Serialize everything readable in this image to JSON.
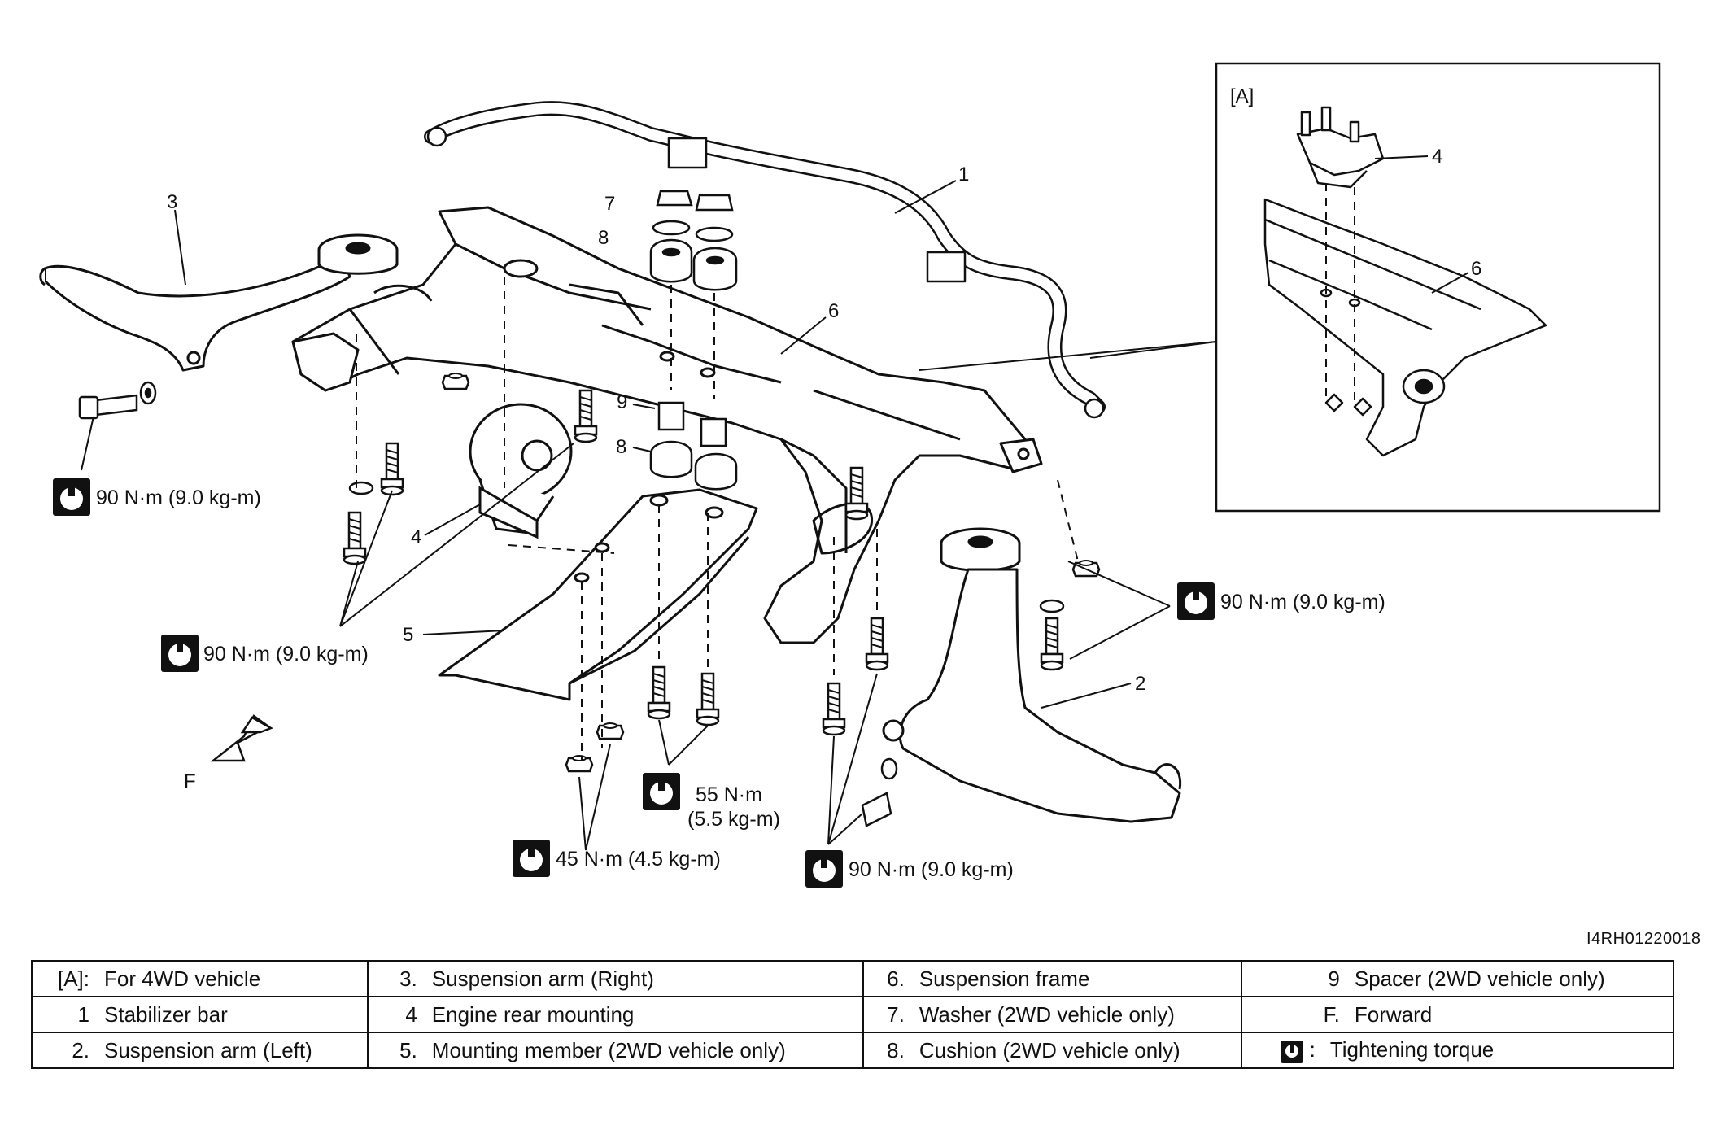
{
  "diagram_id": "I4RH01220018",
  "inset_label": "[A]",
  "callouts": {
    "c1": "1",
    "c2": "2",
    "c3": "3",
    "c4": "4",
    "c5": "5",
    "c6": "6",
    "c7": "7",
    "c8a": "8",
    "c8b": "8",
    "c9": "9",
    "inset4": "4",
    "inset6": "6",
    "forward": "F"
  },
  "torques": {
    "t1": "90 N·m (9.0 kg-m)",
    "t2": "90 N·m (9.0 kg-m)",
    "t3": "90 N·m (9.0 kg-m)",
    "t4": "90 N·m (9.0 kg-m)",
    "t5a": "55 N·m",
    "t5b": "(5.5 kg-m)",
    "t6": "45 N·m (4.5 kg-m)"
  },
  "legend": [
    [
      {
        "num": "[A]:",
        "text": "For 4WD vehicle"
      },
      {
        "num": "3.",
        "text": "Suspension arm (Right)"
      },
      {
        "num": "6.",
        "text": "Suspension frame"
      },
      {
        "num": "9",
        "text": "Spacer (2WD vehicle only)"
      }
    ],
    [
      {
        "num": "1",
        "text": "Stabilizer bar"
      },
      {
        "num": "4",
        "text": "Engine rear mounting"
      },
      {
        "num": "7.",
        "text": "Washer (2WD vehicle only)"
      },
      {
        "num": "F.",
        "text": "Forward"
      }
    ],
    [
      {
        "num": "2.",
        "text": "Suspension arm (Left)"
      },
      {
        "num": "5.",
        "text": "Mounting member (2WD vehicle only)"
      },
      {
        "num": "8.",
        "text": "Cushion (2WD vehicle only)"
      },
      {
        "num": ":",
        "text": "Tightening torque",
        "icon": "torque-wrench-icon"
      }
    ]
  ],
  "icons": {
    "torque": "torque-wrench-icon",
    "forward": "forward-arrow-icon"
  }
}
